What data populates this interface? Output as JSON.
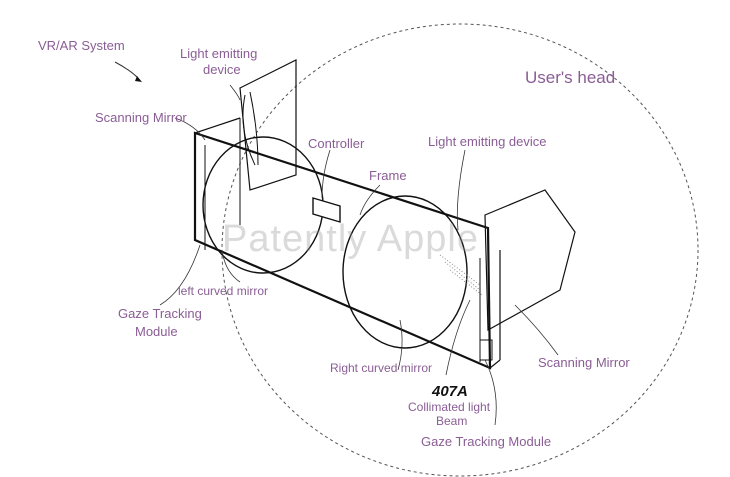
{
  "labels": {
    "system": "VR/AR System",
    "light_emitting_left": [
      "Light emitting",
      "device"
    ],
    "users_head": "User's head",
    "scanning_mirror_left": "Scanning Mirror",
    "controller": "Controller",
    "light_emitting_right": "Light emitting device",
    "frame": "Frame",
    "left_curved_mirror": "left curved mirror",
    "gaze_tracking_left": [
      "Gaze Tracking",
      "Module"
    ],
    "right_curved_mirror": "Right curved mirror",
    "scanning_mirror_right": "Scanning Mirror",
    "ref_407a": "407A",
    "collimated_beam": [
      "Collimated light",
      "Beam"
    ],
    "gaze_tracking_right": "Gaze Tracking Module"
  },
  "watermark": "Patently Apple",
  "colors": {
    "label": "#8a5d95",
    "line": "#111111"
  }
}
